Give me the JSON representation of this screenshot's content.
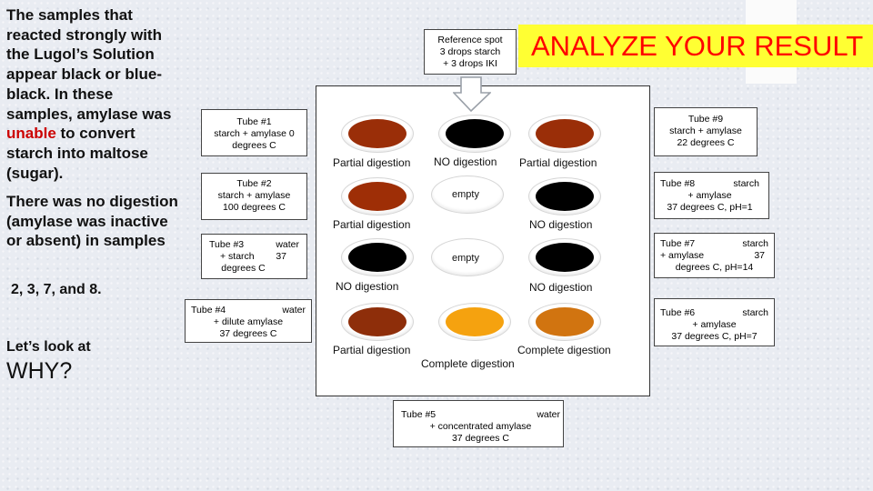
{
  "left_panel": {
    "para1_a": "The samples that reacted strongly with the Lugol’s Solution appear black or blue-black. In these samples, amylase was ",
    "para1_highlight": "unable",
    "para1_b": " to convert starch into maltose (sugar).",
    "para2": "There was no digestion (amylase was inactive or absent) in samples",
    "para2_tail": "2, 3, 7, and 8.",
    "lets_look": "Let’s look at",
    "why": "WHY?"
  },
  "banner": {
    "text": "ANALYZE YOUR RESULT"
  },
  "reference": {
    "line1": "Reference spot",
    "line2": "3 drops starch",
    "line3": "+ 3 drops IKI"
  },
  "tubes": {
    "t1": {
      "line1": "Tube #1",
      "line2": "starch + amylase  0",
      "line3": "degrees C"
    },
    "t2": {
      "line1": "Tube #2",
      "line2": "starch + amylase",
      "line3": "100 degrees C"
    },
    "t3": {
      "line1a": "Tube #3",
      "line1b": "water",
      "line2a": "+ starch",
      "line2b": "37",
      "line3": "degrees C"
    },
    "t4": {
      "line1a": "Tube #4",
      "line1b": "water",
      "line2": "+ dilute amylase",
      "line3": "37 degrees C"
    },
    "t5": {
      "line1a": "Tube #5",
      "line1b": "water",
      "line2": "+ concentrated amylase",
      "line3": "37 degrees C"
    },
    "t6": {
      "line1a": "Tube #6",
      "line1b": "starch",
      "line2": "+ amylase",
      "line3": "37 degrees C, pH=7"
    },
    "t7": {
      "line1a": "Tube #7",
      "line1b": "starch",
      "line2a": "+ amylase",
      "line2b": "37",
      "line3": "degrees C, pH=14"
    },
    "t8": {
      "line1a": "Tube #8",
      "line1b": "starch",
      "line2": "+ amylase",
      "line3": "37 degrees C, pH=1"
    },
    "t9": {
      "line1": "Tube #9",
      "line2": "starch + amylase",
      "line3": "22 degrees C"
    }
  },
  "wells": {
    "r1_left": {
      "color": "#9a2e08",
      "label": "Partial  digestion"
    },
    "r1_mid": {
      "color": "#000000",
      "label": "NO digestion"
    },
    "r1_right": {
      "color": "#9a2e08",
      "label": "Partial  digestion"
    },
    "r2_left": {
      "color": "#9e2e06",
      "label": "Partial  digestion"
    },
    "r2_mid": {
      "label": "empty"
    },
    "r2_right": {
      "color": "#000000",
      "label": "NO digestion"
    },
    "r3_left": {
      "color": "#000000",
      "label": "NO digestion"
    },
    "r3_mid": {
      "label": "empty"
    },
    "r3_right": {
      "color": "#000000",
      "label": "NO digestion"
    },
    "r4_left": {
      "color": "#8e2e0a",
      "label": "Partial  digestion"
    },
    "r4_mid": {
      "color": "#f5a20f",
      "label": "Complete digestion"
    },
    "r4_right": {
      "color": "#d17410",
      "label": "Complete digestion"
    }
  }
}
